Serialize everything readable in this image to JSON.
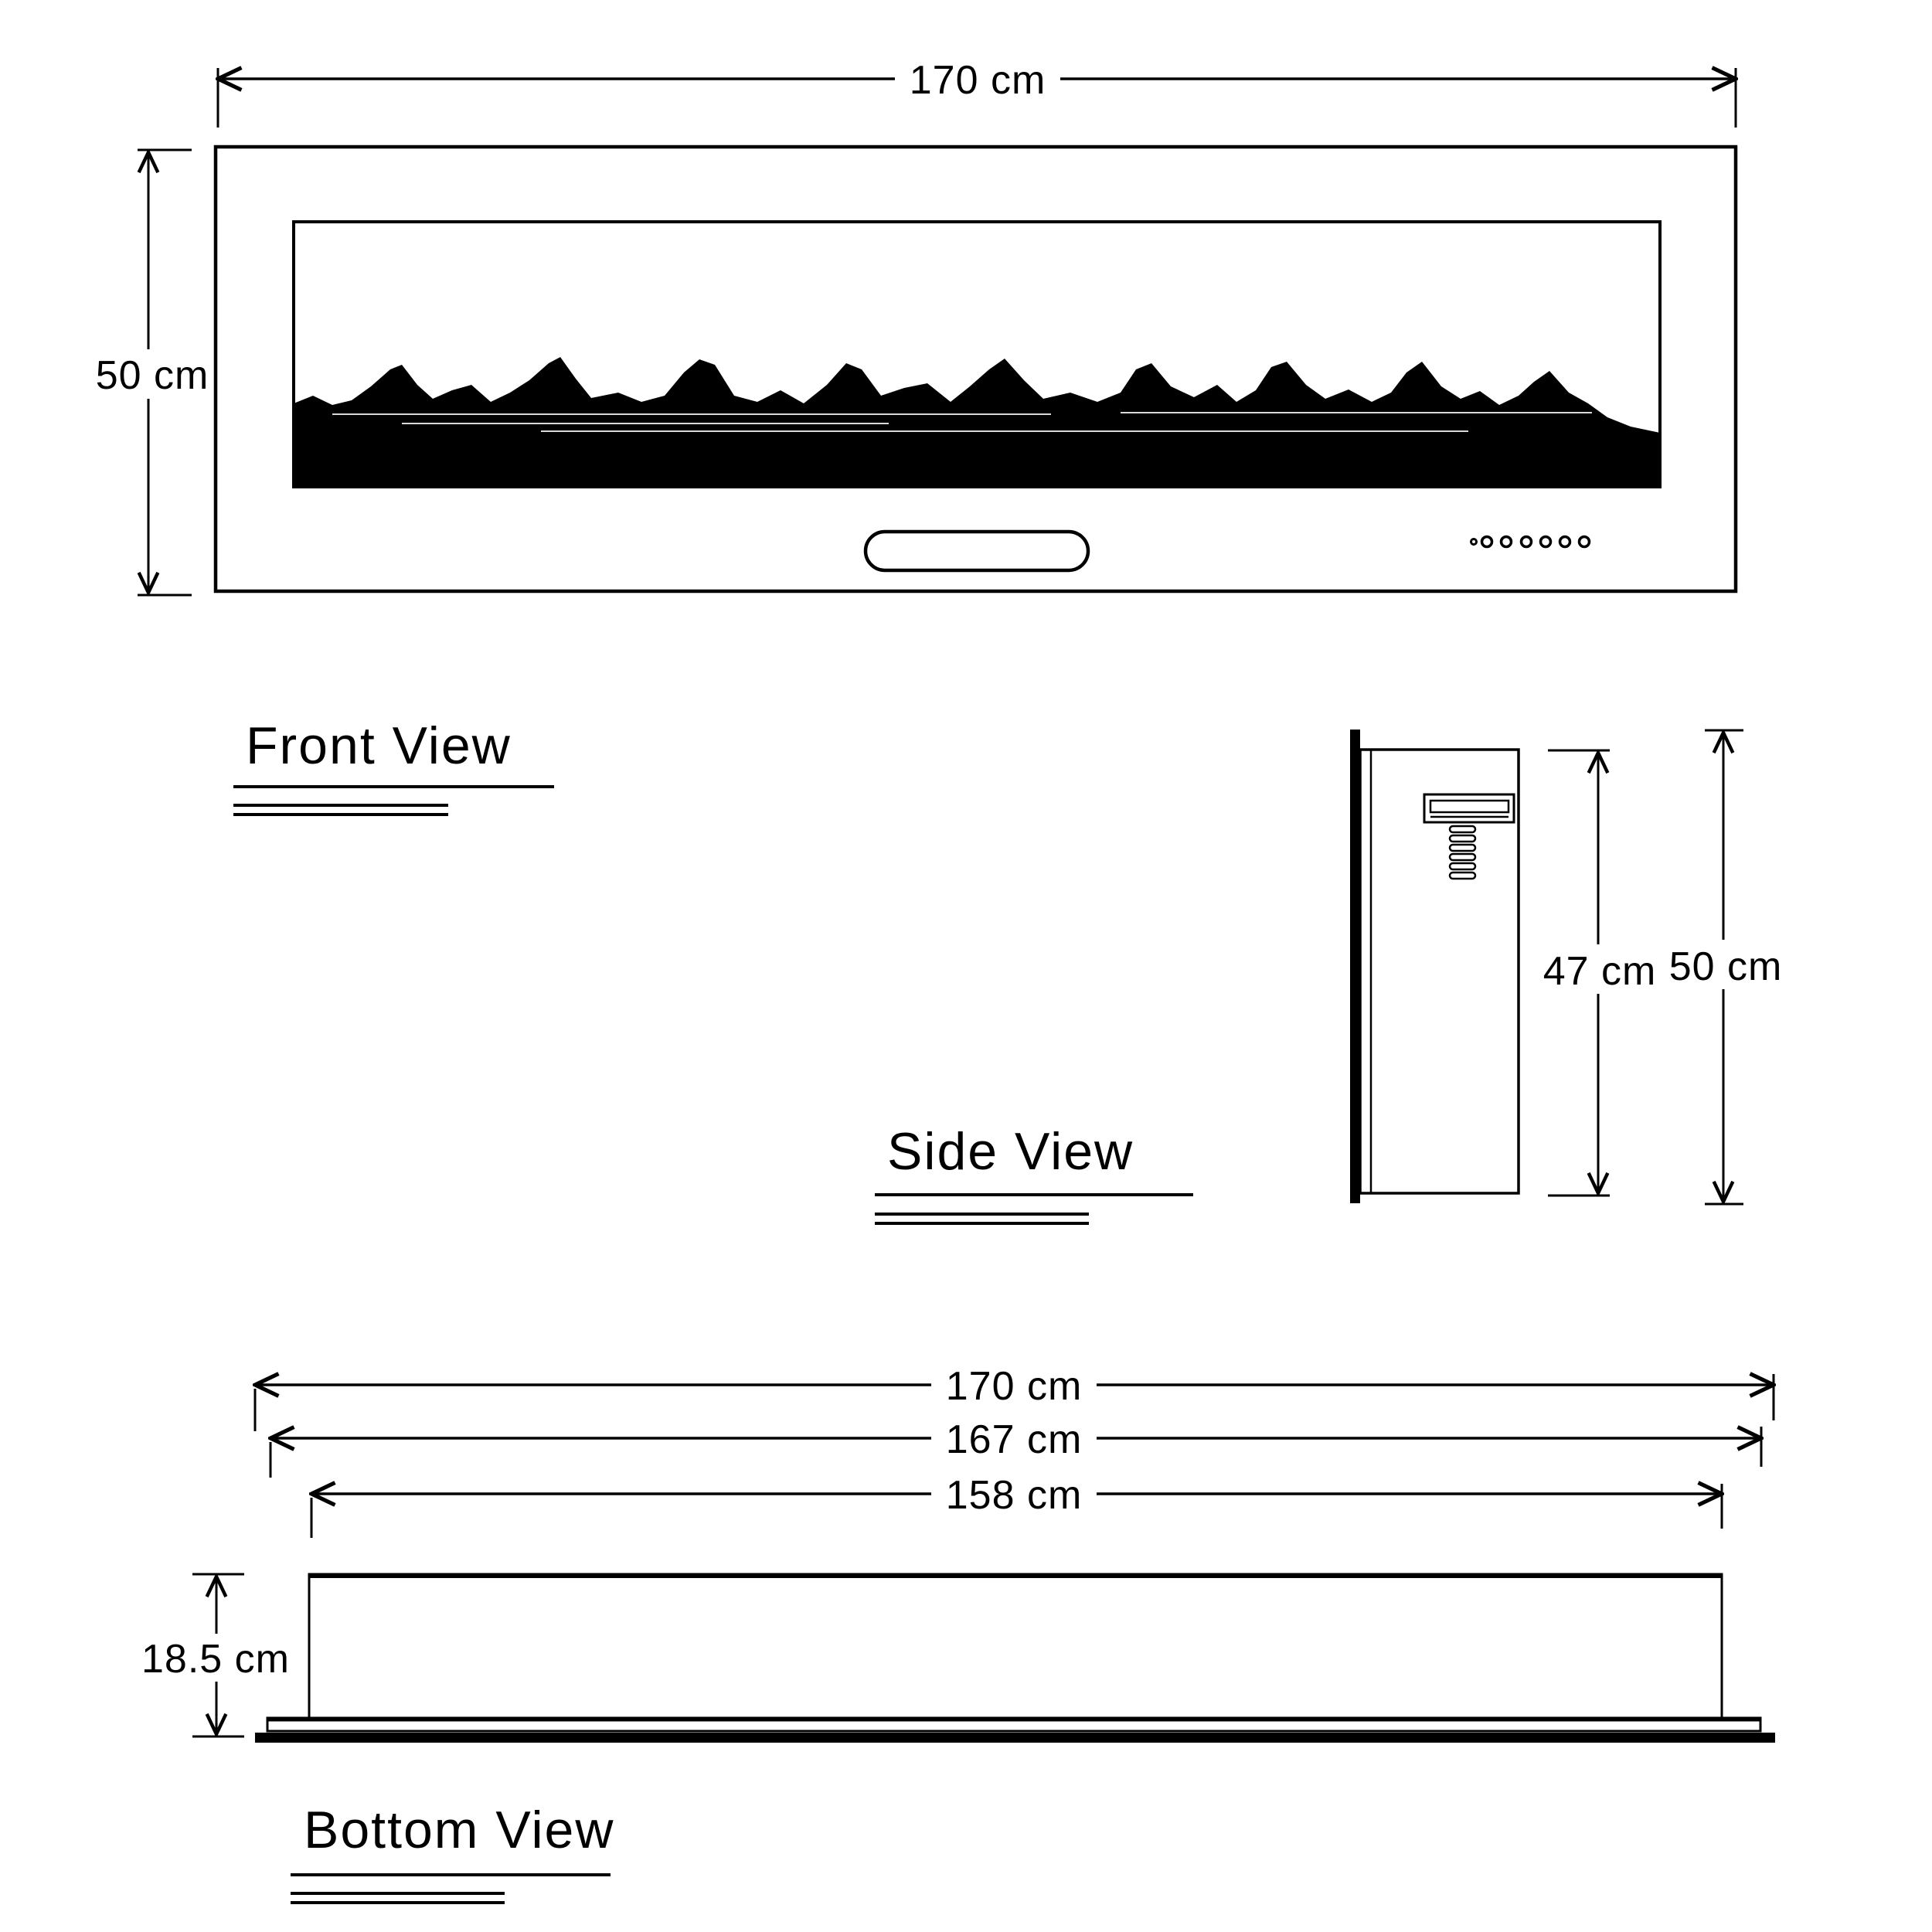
{
  "drawing": {
    "colors": {
      "ink": "#000000",
      "paper": "#ffffff"
    },
    "front_view": {
      "label": "Front View",
      "width_dim": "170 cm",
      "height_dim": "50 cm"
    },
    "side_view": {
      "label": "Side View",
      "inner_height_dim": "47 cm",
      "overall_height_dim": "50 cm"
    },
    "bottom_view": {
      "label": "Bottom View",
      "overall_width_dim": "170 cm",
      "middle_width_dim": "167 cm",
      "inner_width_dim": "158 cm",
      "depth_dim": "18.5 cm"
    }
  }
}
